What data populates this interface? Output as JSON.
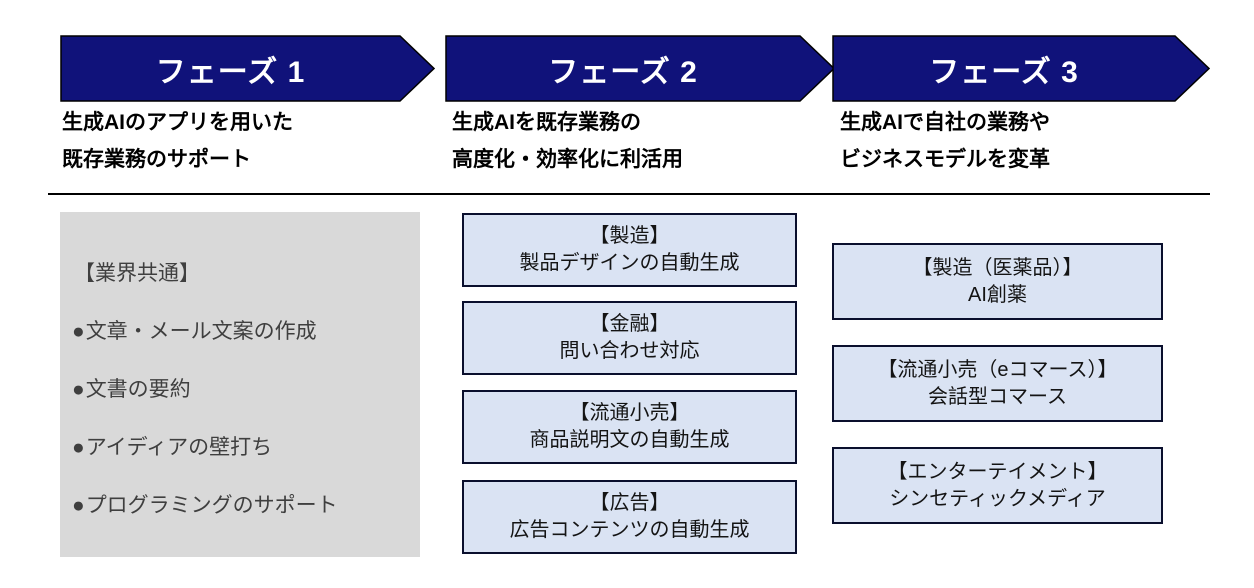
{
  "phases": [
    {
      "header": "フェーズ 1",
      "subtitle": "生成AIのアプリを用いた\n既存業務のサポート",
      "panel": {
        "heading": "【業界共通】",
        "bullet": "●",
        "items": [
          "文章・メール文案の作成",
          "文書の要約",
          "アイディアの壁打ち",
          "プログラミングのサポート"
        ]
      }
    },
    {
      "header": "フェーズ 2",
      "subtitle": "生成AIを既存業務の\n高度化・効率化に利活用",
      "boxes": [
        {
          "category": "【製造】",
          "label": "製品デザインの自動生成"
        },
        {
          "category": "【金融】",
          "label": "問い合わせ対応"
        },
        {
          "category": "【流通小売】",
          "label": "商品説明文の自動生成"
        },
        {
          "category": "【広告】",
          "label": "広告コンテンツの自動生成"
        }
      ]
    },
    {
      "header": "フェーズ 3",
      "subtitle": "生成AIで自社の業務や\nビジネスモデルを変革",
      "boxes": [
        {
          "category": "【製造（医薬品）】",
          "label": "AI創薬"
        },
        {
          "category": "【流通小売（eコマース）】",
          "label": "会話型コマース"
        },
        {
          "category": "【エンターテイメント】",
          "label": "シンセティックメディア"
        }
      ]
    }
  ],
  "colors": {
    "arrow_fill": "#10127a",
    "arrow_outline": "#000000",
    "header_text": "#ffffff",
    "body_text": "#000000",
    "divider": "#000000",
    "panel_fill": "#d9d9d9",
    "panel_text": "#3f3f3f",
    "box_fill": "#dae3f3",
    "box_border": "#0a0f2d"
  }
}
